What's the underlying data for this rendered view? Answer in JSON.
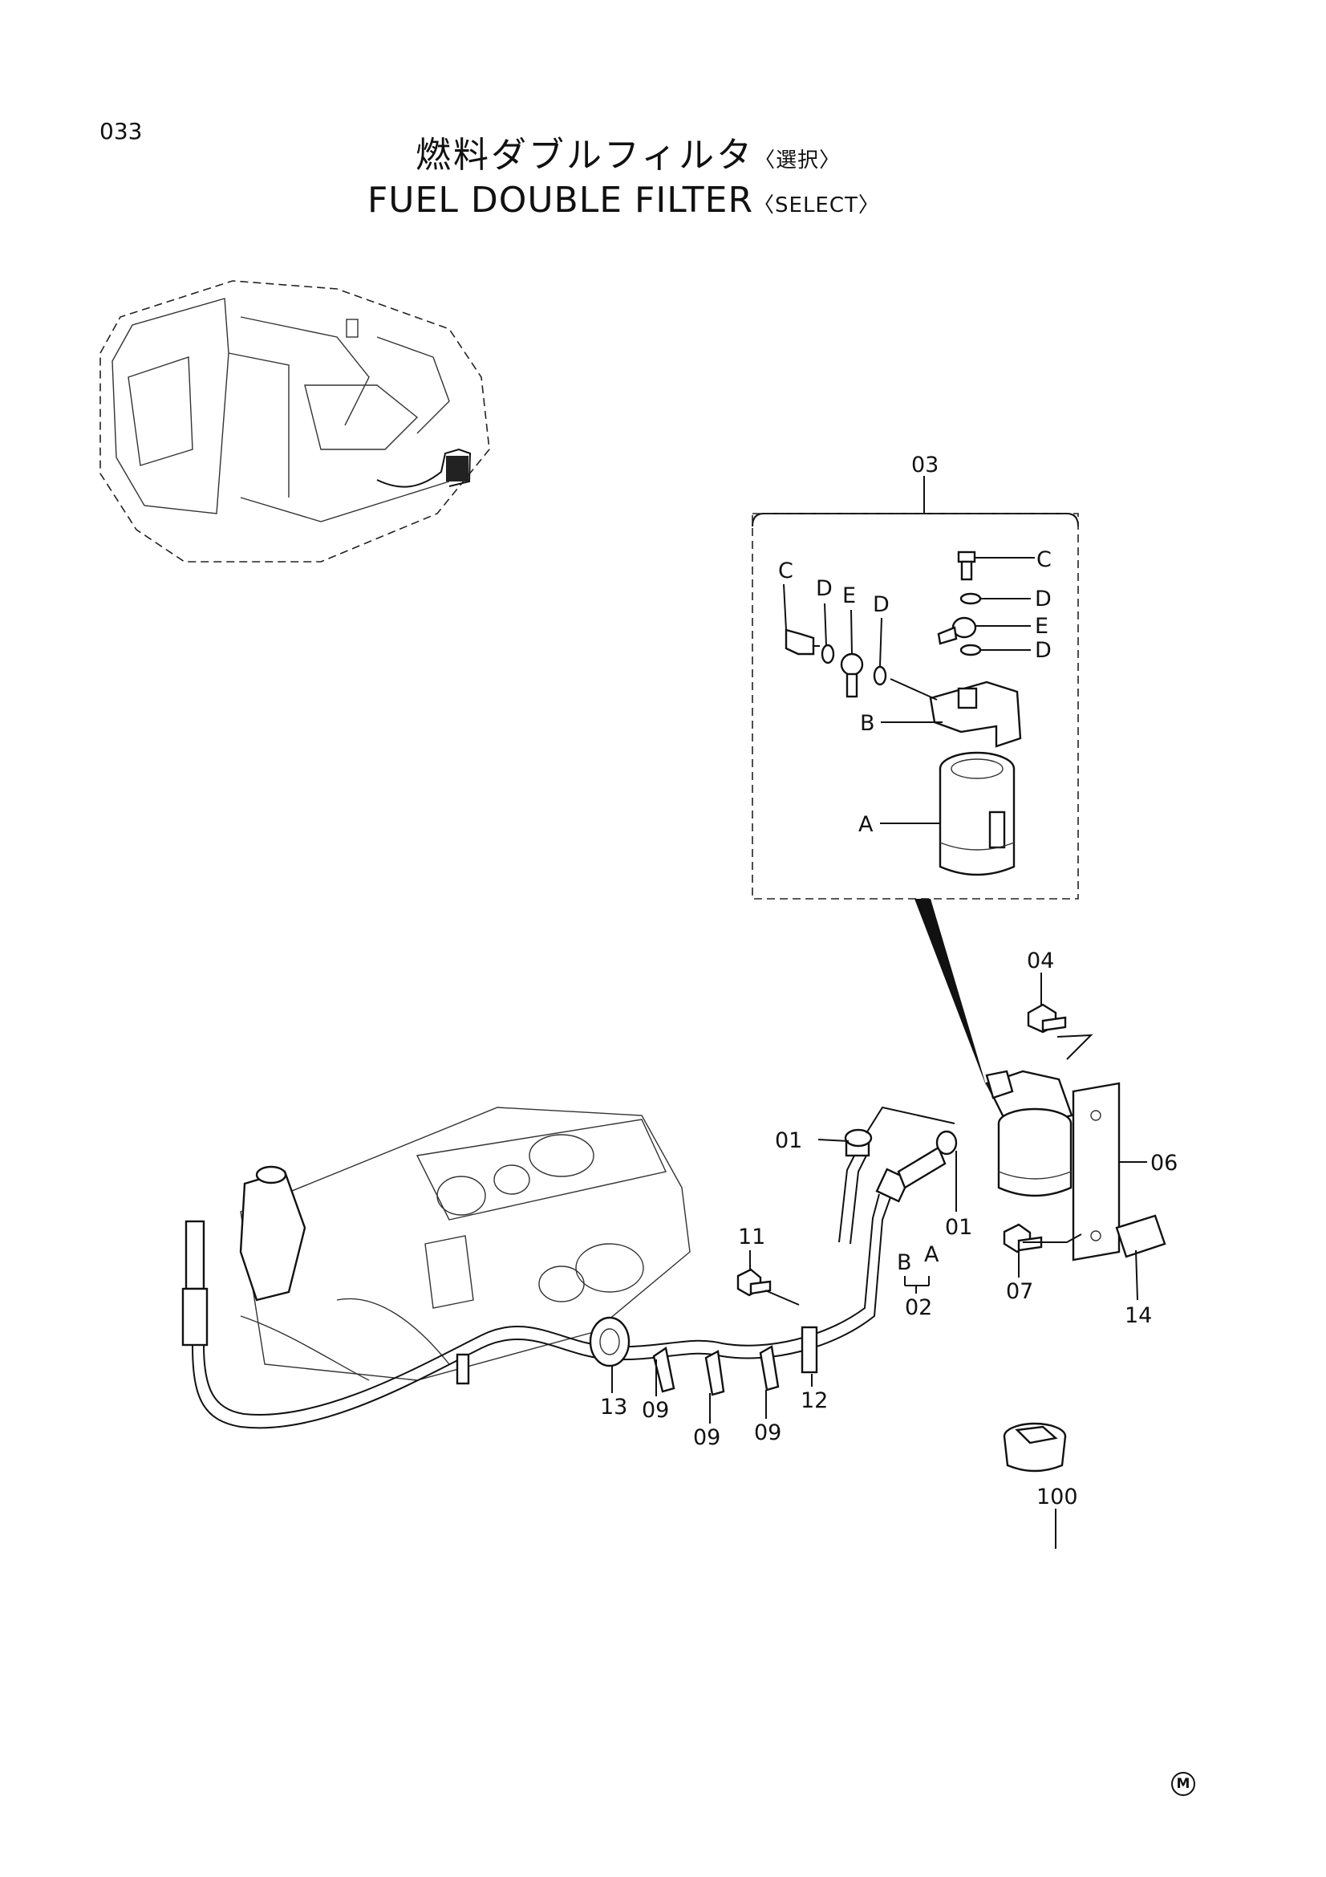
{
  "header": {
    "page_number": "033",
    "title_jp": "燃料ダブルフィルタ",
    "title_jp_select": "〈選択〉",
    "title_en": "FUEL DOUBLE FILTER",
    "title_en_select": "〈SELECT〉"
  },
  "callouts": {
    "p03": "03",
    "c1": "C",
    "d1": "D",
    "e1": "E",
    "d2": "D",
    "c2": "C",
    "d3": "D",
    "e2": "E",
    "d4": "D",
    "b": "B",
    "a": "A",
    "p04": "04",
    "p06": "06",
    "p07": "07",
    "p14": "14",
    "p01a": "01",
    "p01b": "01",
    "hoseB": "B",
    "hoseA": "A",
    "p02": "02",
    "p11": "11",
    "p12": "12",
    "p13": "13",
    "p09a": "09",
    "p09b": "09",
    "p09c": "09",
    "p100": "100"
  },
  "footer": {
    "mark": "M"
  }
}
